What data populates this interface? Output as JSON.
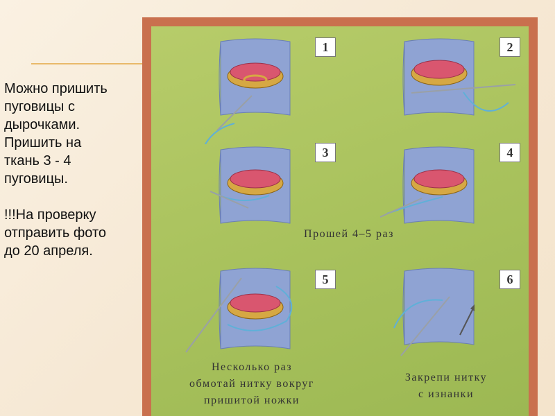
{
  "text": {
    "lines": [
      "Можно пришить",
      "пуговицы с",
      "дырочками.",
      "Пришить на",
      "ткань 3 - 4",
      "пуговицы."
    ],
    "note_lines": [
      "!!!На проверку",
      "отправить фото",
      "до 20 апреля."
    ]
  },
  "steps": [
    {
      "number": "1"
    },
    {
      "number": "2"
    },
    {
      "number": "3"
    },
    {
      "number": "4"
    },
    {
      "number": "5"
    },
    {
      "number": "6"
    }
  ],
  "captions": {
    "stitch": "Прошей 4–5 раз",
    "wind": [
      "Несколько раз",
      "обмотай нитку вокруг",
      "пришитой ножки"
    ],
    "secure": [
      "Закрепи нитку",
      "с изнанки"
    ]
  },
  "colors": {
    "background": "#f6e8d4",
    "frame": "#c9704e",
    "panel": "#a9c25d",
    "fabric": "#8fa3d3",
    "button": "#d9566f",
    "thread": "#5fb0d8"
  }
}
